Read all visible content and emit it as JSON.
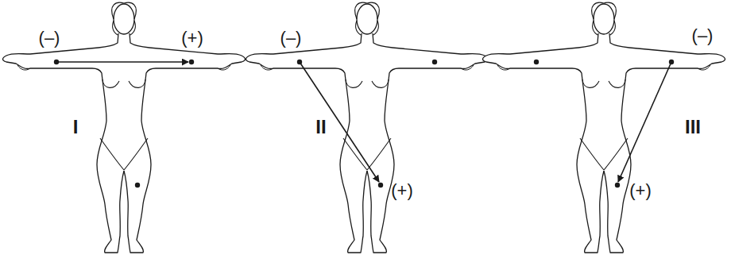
{
  "diagram": {
    "labels": [
      "(–)",
      "(+)",
      "I",
      "(–)",
      "II",
      "(+)",
      "(–)",
      "III",
      "(+)"
    ]
  }
}
